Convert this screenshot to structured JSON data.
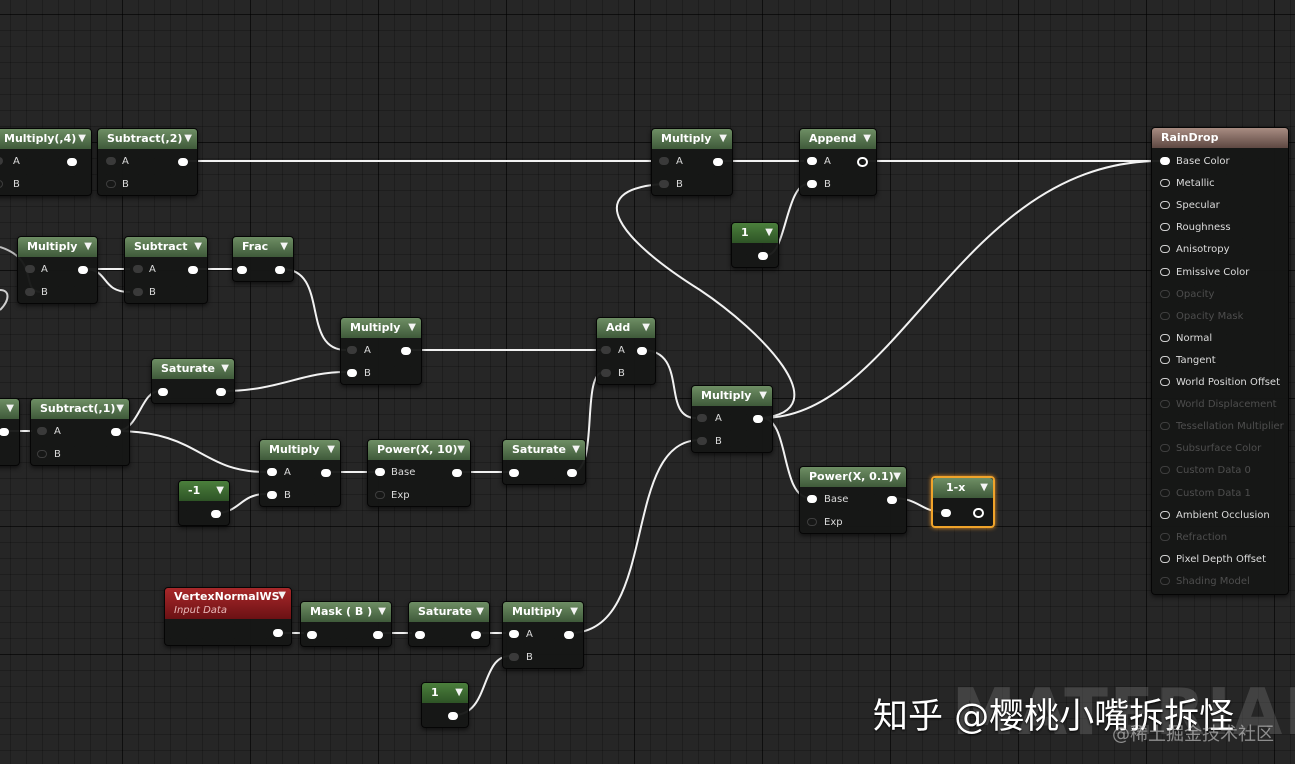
{
  "nodes": {
    "multiply4": {
      "title": "Multiply(,4)",
      "pins": [
        "A",
        "B"
      ]
    },
    "subtract2": {
      "title": "Subtract(,2)",
      "pins": [
        "A",
        "B"
      ]
    },
    "multiply_a": {
      "title": "Multiply",
      "pins": [
        "A",
        "B"
      ]
    },
    "subtract": {
      "title": "Subtract",
      "pins": [
        "A",
        "B"
      ]
    },
    "frac": {
      "title": "Frac"
    },
    "multiply_b": {
      "title": "Multiply",
      "pins": [
        "A",
        "B"
      ]
    },
    "saturate_1": {
      "title": "Saturate"
    },
    "subtract1": {
      "title": "Subtract(,1)",
      "pins": [
        "A",
        "B"
      ]
    },
    "multiply_c": {
      "title": "Multiply",
      "pins": [
        "A",
        "B"
      ]
    },
    "const_neg1": {
      "title": "-1"
    },
    "power10": {
      "title": "Power(X, 10)",
      "pins": [
        "Base",
        "Exp"
      ]
    },
    "saturate_2": {
      "title": "Saturate"
    },
    "add": {
      "title": "Add",
      "pins": [
        "A",
        "B"
      ]
    },
    "multiply_top": {
      "title": "Multiply",
      "pins": [
        "A",
        "B"
      ]
    },
    "append": {
      "title": "Append",
      "pins": [
        "A",
        "B"
      ]
    },
    "const_1_top": {
      "title": "1"
    },
    "multiply_mid": {
      "title": "Multiply",
      "pins": [
        "A",
        "B"
      ]
    },
    "power01": {
      "title": "Power(X, 0.1)",
      "pins": [
        "Base",
        "Exp"
      ]
    },
    "one_minus_x": {
      "title": "1-x"
    },
    "vertex_normal": {
      "title": "VertexNormalWS",
      "subtitle": "Input Data"
    },
    "mask_b": {
      "title": "Mask ( B )"
    },
    "saturate_3": {
      "title": "Saturate"
    },
    "multiply_bottom": {
      "title": "Multiply",
      "pins": [
        "A",
        "B"
      ]
    },
    "const_1_bottom": {
      "title": "1"
    }
  },
  "material": {
    "title": "RainDrop",
    "inputs": [
      {
        "label": "Base Color",
        "enabled": true,
        "connected": true
      },
      {
        "label": "Metallic",
        "enabled": true
      },
      {
        "label": "Specular",
        "enabled": true
      },
      {
        "label": "Roughness",
        "enabled": true
      },
      {
        "label": "Anisotropy",
        "enabled": true
      },
      {
        "label": "Emissive Color",
        "enabled": true
      },
      {
        "label": "Opacity",
        "enabled": false
      },
      {
        "label": "Opacity Mask",
        "enabled": false
      },
      {
        "label": "Normal",
        "enabled": true
      },
      {
        "label": "Tangent",
        "enabled": true
      },
      {
        "label": "World Position Offset",
        "enabled": true
      },
      {
        "label": "World Displacement",
        "enabled": false
      },
      {
        "label": "Tessellation Multiplier",
        "enabled": false
      },
      {
        "label": "Subsurface Color",
        "enabled": false
      },
      {
        "label": "Custom Data 0",
        "enabled": false
      },
      {
        "label": "Custom Data 1",
        "enabled": false
      },
      {
        "label": "Ambient Occlusion",
        "enabled": true
      },
      {
        "label": "Refraction",
        "enabled": false
      },
      {
        "label": "Pixel Depth Offset",
        "enabled": true
      },
      {
        "label": "Shading Model",
        "enabled": false
      }
    ]
  },
  "watermark": {
    "main": "知乎 @樱桃小嘴拆拆怪",
    "sub": "@稀土掘金技术社区",
    "big": "MATERIAL"
  },
  "colors": {
    "node_header": "#5b7a52",
    "input_header": "#9a2426",
    "result_header": "#8f766c",
    "selection": "#f0a32a",
    "wire": "#ffffff"
  }
}
